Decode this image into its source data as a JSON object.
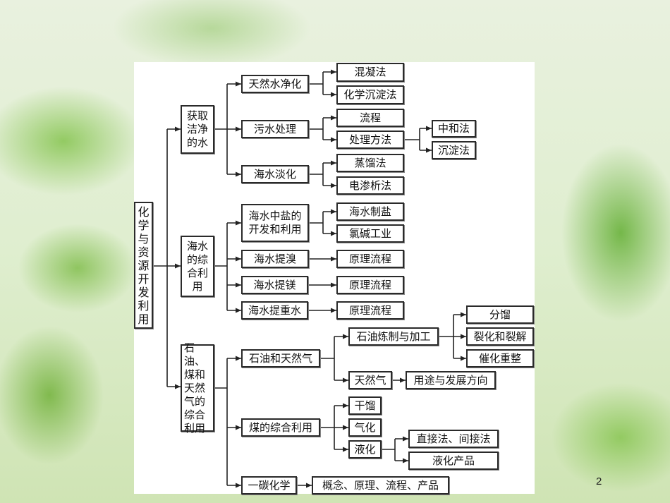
{
  "root": "化学与资源开发利用",
  "water": {
    "title": "获取\n洁净\n的水",
    "natural": "天然水净化",
    "coag": "混凝法",
    "chem_prec": "化学沉淀法",
    "sewage": "污水处理",
    "flow": "流程",
    "method": "处理方法",
    "neutral": "中和法",
    "prec": "沉淀法",
    "desal": "海水淡化",
    "distill": "蒸馏法",
    "electro": "电渗析法"
  },
  "sea": {
    "title": "海水\n的综\n合利\n用",
    "salt": "海水中盐的\n开发和利用",
    "make_salt": "海水制盐",
    "chlor": "氯碱工业",
    "br": "海水提溴",
    "br_proc": "原理流程",
    "mg": "海水提镁",
    "mg_proc": "原理流程",
    "d2o": "海水提重水",
    "d2o_proc": "原理流程"
  },
  "fuel": {
    "title": "石油、\n煤和\n天然\n气的\n综合\n利用",
    "oil_gas": "石油和天然气",
    "refine": "石油炼制与加工",
    "fraction": "分馏",
    "crack": "裂化和裂解",
    "reform": "催化重整",
    "gas": "天然气",
    "gas_use": "用途与发展方向",
    "coal": "煤的综合利用",
    "dry": "干馏",
    "gasify": "气化",
    "liquefy": "液化",
    "direct": "直接法、间接法",
    "liq_prod": "液化产品",
    "c1": "一碳化学",
    "c1_detail": "概念、原理、流程、产品"
  },
  "page_number": "2"
}
